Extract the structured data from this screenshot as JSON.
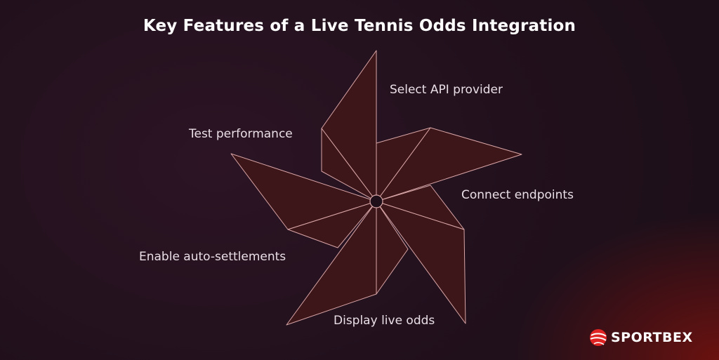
{
  "title": "Key Features of a Live Tennis Odds Integration",
  "steps": [
    "Select API provider",
    "Connect endpoints",
    "Display live odds",
    "Enable auto-settlements",
    "Test performance"
  ],
  "colors": {
    "background": "#22111d",
    "accent_glow": "#7a120e",
    "blade_fill": "#3d1619",
    "blade_stroke": "#d9a7a7"
  },
  "brand": {
    "name": "SPORTBEX",
    "icon": "sportbex-logo-icon"
  }
}
